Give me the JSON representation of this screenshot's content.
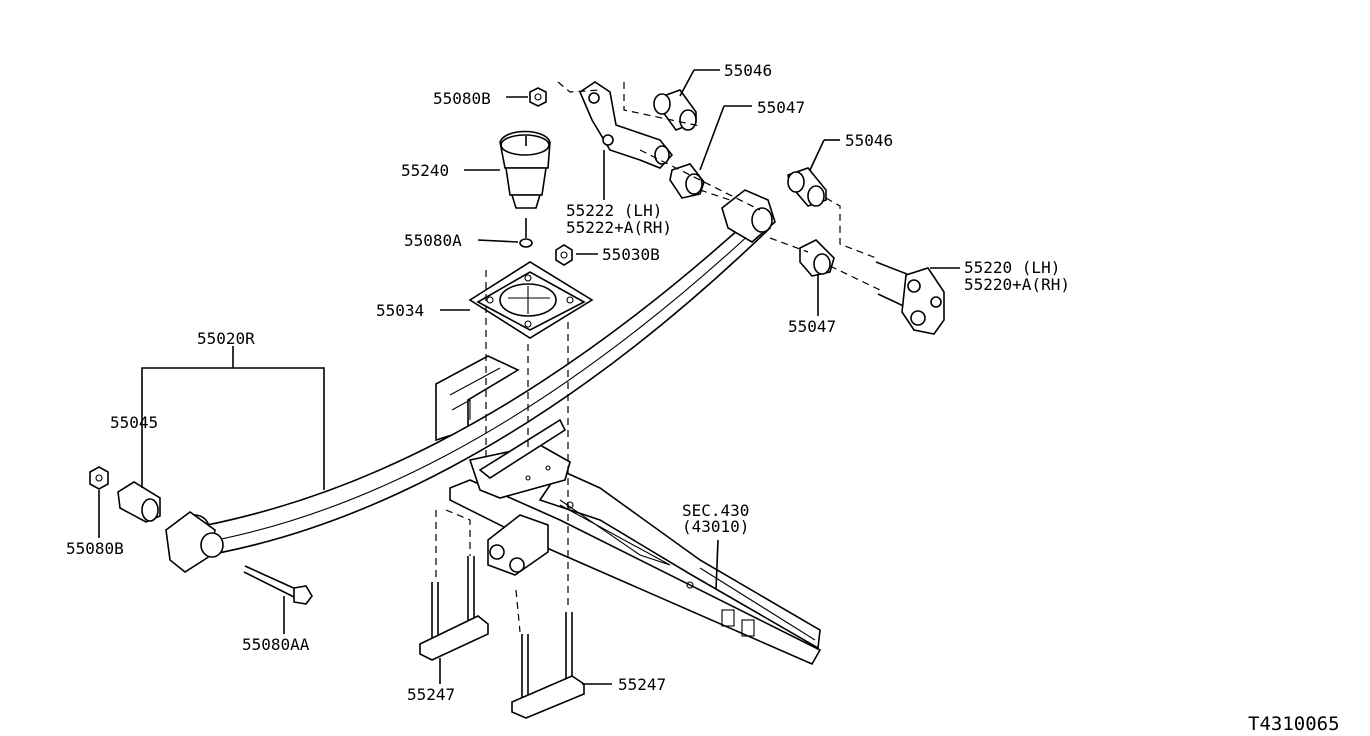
{
  "labels": {
    "p55046_top": "55046",
    "p55080b_top": "55080B",
    "p55047_top": "55047",
    "p55240": "55240",
    "p55046_right": "55046",
    "p55222_lh": "55222  (LH)",
    "p55222_rh": "55222+A(RH)",
    "p55080a": "55080A",
    "p55030b": "55030B",
    "p55220_lh": "55220   (LH)",
    "p55220_rh": "55220+A(RH)",
    "p55034": "55034",
    "p55047_right": "55047",
    "p55020r": "55020R",
    "p55045": "55045",
    "sec_line1": "SEC.430",
    "sec_line2": "(43010)",
    "p55080b_left": "55080B",
    "p55080aa": "55080AA",
    "p55247_left": "55247",
    "p55247_right": "55247",
    "diagram_code": "T4310065"
  },
  "colors": {
    "ink": "#000000",
    "background": "#ffffff"
  }
}
